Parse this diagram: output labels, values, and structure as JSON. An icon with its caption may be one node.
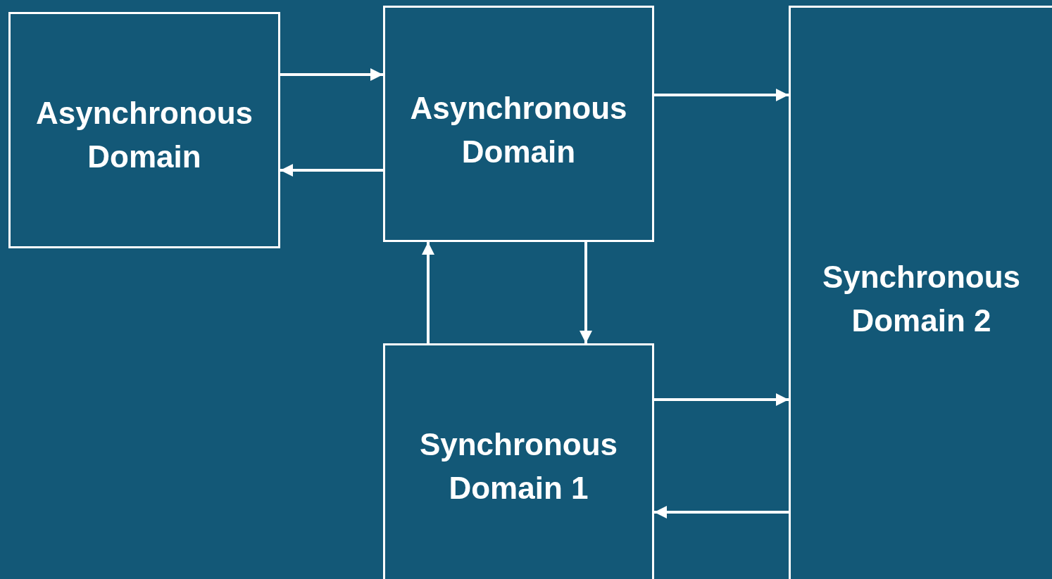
{
  "diagram": {
    "nodes": [
      {
        "text": [
          "Asynchronous Domain"
        ]
      },
      {
        "text": [
          "Asynchronous Domain"
        ]
      },
      {
        "text": [
          "Synchronous Domain 1"
        ]
      },
      {
        "text": [
          "Synchronous Domain 2"
        ]
      }
    ],
    "edges": [
      {
        "from": 0,
        "to": 1,
        "arrow": "to"
      },
      {
        "from": 1,
        "to": 0,
        "arrow": "to"
      },
      {
        "from": 1,
        "to": 3,
        "arrow": "to"
      },
      {
        "from": 2,
        "to": 1,
        "arrow": "to"
      },
      {
        "from": 1,
        "to": 2,
        "arrow": "to"
      },
      {
        "from": 2,
        "to": 3,
        "arrow": "to"
      },
      {
        "from": 3,
        "to": 2,
        "arrow": "to"
      }
    ]
  }
}
